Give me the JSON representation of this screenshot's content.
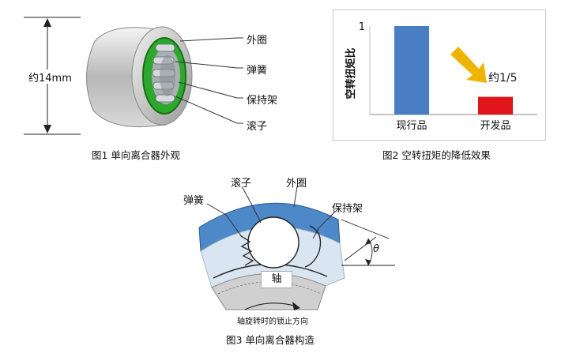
{
  "figure1": {
    "dimension_label": "约14mm",
    "labels": [
      "外圈",
      "弹簧",
      "保持架",
      "滚子"
    ],
    "caption": "图1 单向离合器外观"
  },
  "chart_data": {
    "type": "bar",
    "title": "",
    "xlabel": "",
    "ylabel": "空转扭矩比",
    "categories": [
      "现行品",
      "开发品"
    ],
    "values": [
      1,
      0.2
    ],
    "ylim": [
      0,
      1
    ],
    "yticks": [
      "1"
    ],
    "bar_colors": [
      "#4a7ec4",
      "#e0151c"
    ],
    "annotation": "约1/5",
    "arrow_color": "#f0b400",
    "caption": "图2 空转扭矩的降低效果"
  },
  "figure3": {
    "labels": {
      "roller": "滚子",
      "outer_ring": "外圈",
      "spring": "弹簧",
      "cage": "保持架",
      "shaft": "轴",
      "theta": "θ",
      "lock_direction": "轴旋转时的锁止方向"
    },
    "caption": "图3 单向离合器构造",
    "colors": {
      "outer_ring": "#4d88c8",
      "shaft": "#d0d0d0",
      "cage": "#d9e6f2"
    }
  }
}
